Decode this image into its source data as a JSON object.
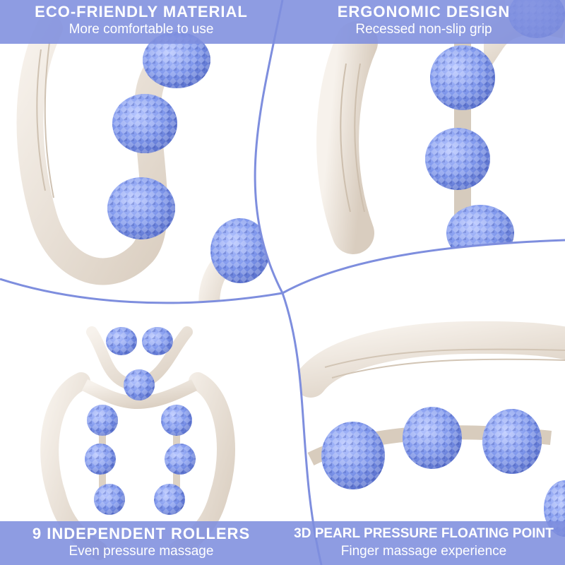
{
  "panels": [
    {
      "title": "ECO-FRIENDLY MATERIAL",
      "subtitle": "More comfortable to use"
    },
    {
      "title": "ERGONOMIC DESIGN",
      "subtitle": "Recessed non-slip grip"
    },
    {
      "title": "9 INDEPENDENT ROLLERS",
      "subtitle": "Even pressure massage"
    },
    {
      "title": "3D PEARL PRESSURE FLOATING POINT",
      "subtitle": "Finger massage experience"
    }
  ],
  "colors": {
    "accent": "#7e8ede",
    "roller_blue": "#7f97ec",
    "frame_cream": "#ebe3d9"
  },
  "scene": {
    "product": "neck-massager-roller",
    "roller_count_shown": 9
  }
}
